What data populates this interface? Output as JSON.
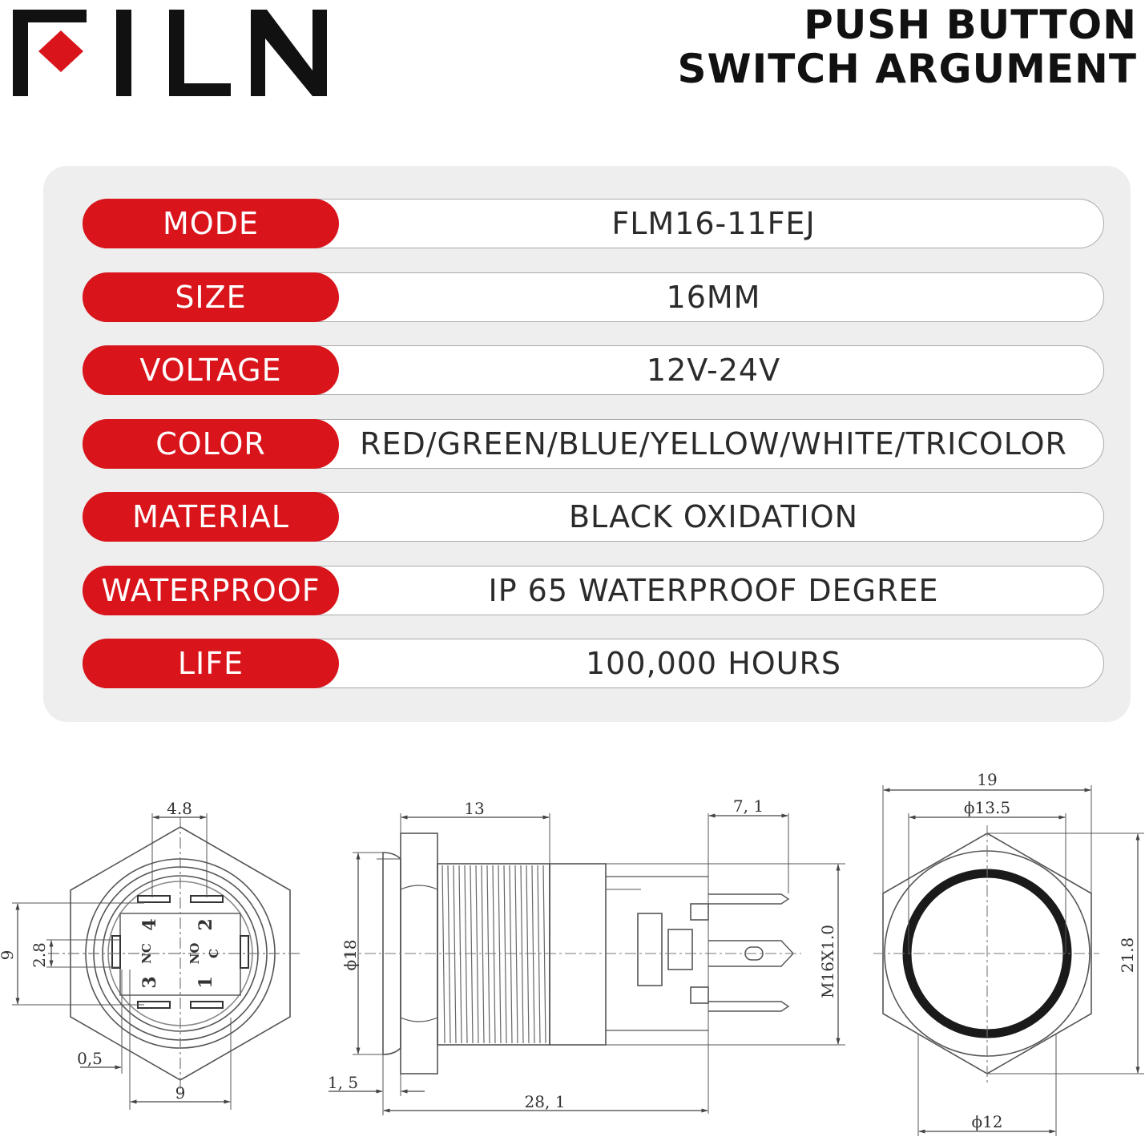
{
  "brand": {
    "logo_text": "FILN",
    "accent_color": "#d9141b"
  },
  "heading": {
    "line1": "PUSH BUTTON",
    "line2": "SWITCH ARGUMENT"
  },
  "specs": [
    {
      "label": "MODE",
      "value": "FLM16-11FEJ"
    },
    {
      "label": "SIZE",
      "value": "16MM"
    },
    {
      "label": "VOLTAGE",
      "value": "12V-24V"
    },
    {
      "label": "COLOR",
      "value": "RED/GREEN/BLUE/YELLOW/WHITE/TRICOLOR"
    },
    {
      "label": "MATERIAL",
      "value": "BLACK OXIDATION"
    },
    {
      "label": "WATERPROOF",
      "value": "IP 65 WATERPROOF DEGREE"
    },
    {
      "label": "LIFE",
      "value": "100,000 HOURS"
    }
  ],
  "drawings": {
    "back_view": {
      "dims": {
        "top": "4.8",
        "left_outer": "9",
        "left_inner": "2.8",
        "bottom_small": "0,5",
        "bottom": "9"
      },
      "pins": {
        "p4": "4",
        "p2": "2",
        "p3": "3",
        "p1": "1",
        "nc": "NC",
        "no": "NO",
        "c": "C"
      }
    },
    "side_view": {
      "dims": {
        "top_thread": "13",
        "top_terminal": "7, 1",
        "flange_dia": "ϕ18",
        "thread": "M16X1.0",
        "flange": "1, 5",
        "length": "28, 1"
      }
    },
    "front_view": {
      "dims": {
        "width": "19",
        "ring_dia": "ϕ13.5",
        "height": "21.8",
        "button_dia": "ϕ12"
      }
    }
  }
}
